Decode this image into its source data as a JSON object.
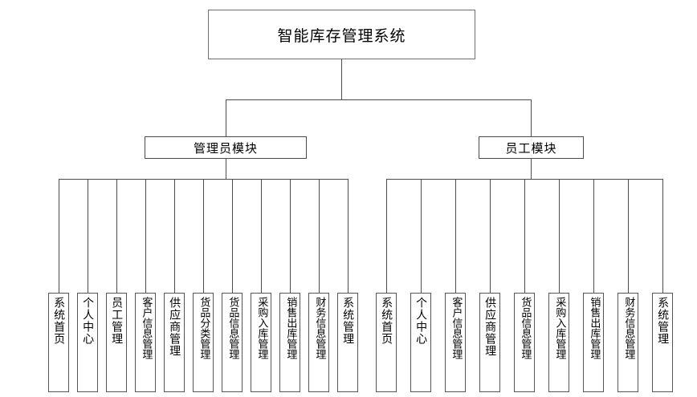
{
  "diagram": {
    "type": "system-architecture-tree",
    "title": "智能库存管理系统",
    "root": {
      "label": "智能库存管理系统"
    },
    "modules": [
      {
        "id": "admin",
        "label": "管理员模块"
      },
      {
        "id": "staff",
        "label": "员工模块"
      }
    ],
    "admin_leaves": [
      {
        "label": "系统首页"
      },
      {
        "label": "个人中心"
      },
      {
        "label": "员工管理"
      },
      {
        "label": "客户信息管理"
      },
      {
        "label": "供应商管理"
      },
      {
        "label": "货品分类管理"
      },
      {
        "label": "货品信息管理"
      },
      {
        "label": "采购入库管理"
      },
      {
        "label": "销售出库管理"
      },
      {
        "label": "财务信息管理"
      },
      {
        "label": "系统管理"
      }
    ],
    "staff_leaves": [
      {
        "label": "系统首页"
      },
      {
        "label": "个人中心"
      },
      {
        "label": "客户信息管理"
      },
      {
        "label": "供应商管理"
      },
      {
        "label": "货品信息管理"
      },
      {
        "label": "采购入库管理"
      },
      {
        "label": "销售出库管理"
      },
      {
        "label": "财务信息管理"
      },
      {
        "label": "系统管理"
      }
    ],
    "colors": {
      "background": "#ffffff",
      "box_border": "#555555",
      "root_border": "#6e6e6e",
      "line": "#4d4d4d",
      "text": "#000000"
    }
  }
}
